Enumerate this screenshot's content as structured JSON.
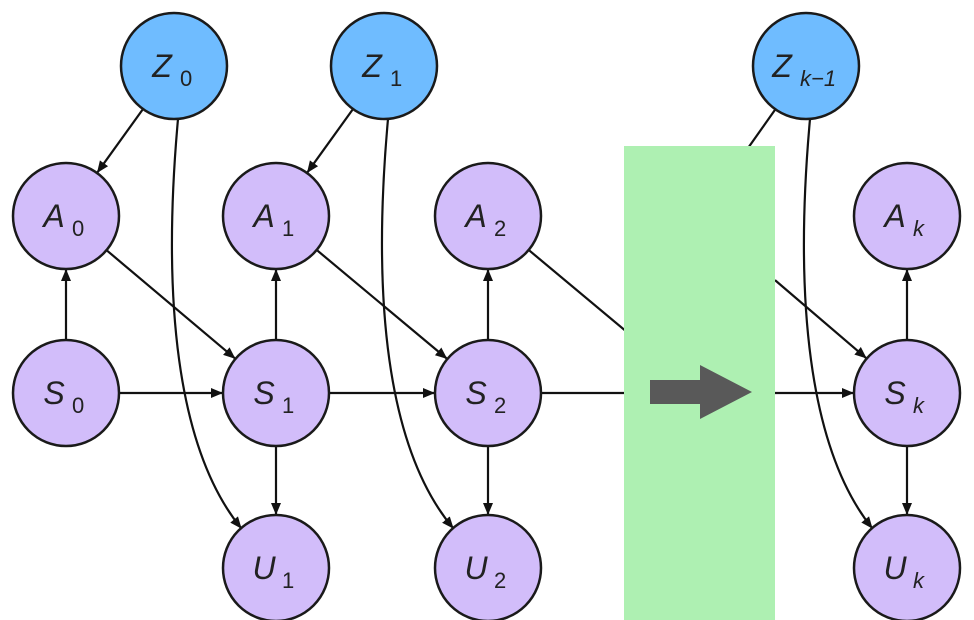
{
  "diagram": {
    "title": "Dynamic Bayesian network unrolled over time steps",
    "colors": {
      "observed_node_fill": "#6fbcff",
      "hidden_node_fill": "#d2bdfa",
      "node_stroke": "#1a1a1a",
      "edge": "#111111",
      "ellipsis_box": "#aef0b2",
      "ellipsis_arrow": "#595959"
    },
    "nodes": [
      {
        "id": "Z0",
        "letter": "Z",
        "sub": "0",
        "sub_italic": false,
        "type": "observed",
        "col": 1,
        "row": 0
      },
      {
        "id": "Z1",
        "letter": "Z",
        "sub": "1",
        "sub_italic": false,
        "type": "observed",
        "col": 2,
        "row": 0
      },
      {
        "id": "Zk-1",
        "letter": "Z",
        "sub": "k−1",
        "sub_italic": true,
        "type": "observed",
        "col": 4,
        "row": 0
      },
      {
        "id": "A0",
        "letter": "A",
        "sub": "0",
        "sub_italic": false,
        "type": "hidden",
        "col": 0,
        "row": 1
      },
      {
        "id": "A1",
        "letter": "A",
        "sub": "1",
        "sub_italic": false,
        "type": "hidden",
        "col": 1,
        "row": 1
      },
      {
        "id": "A2",
        "letter": "A",
        "sub": "2",
        "sub_italic": false,
        "type": "hidden",
        "col": 2,
        "row": 1
      },
      {
        "id": "Ak",
        "letter": "A",
        "sub": "k",
        "sub_italic": true,
        "type": "hidden",
        "col": 4,
        "row": 1
      },
      {
        "id": "S0",
        "letter": "S",
        "sub": "0",
        "sub_italic": false,
        "type": "hidden",
        "col": 0,
        "row": 2
      },
      {
        "id": "S1",
        "letter": "S",
        "sub": "1",
        "sub_italic": false,
        "type": "hidden",
        "col": 1,
        "row": 2
      },
      {
        "id": "S2",
        "letter": "S",
        "sub": "2",
        "sub_italic": false,
        "type": "hidden",
        "col": 2,
        "row": 2
      },
      {
        "id": "Sk",
        "letter": "S",
        "sub": "k",
        "sub_italic": true,
        "type": "hidden",
        "col": 4,
        "row": 2
      },
      {
        "id": "U1",
        "letter": "U",
        "sub": "1",
        "sub_italic": false,
        "type": "hidden",
        "col": 1,
        "row": 3
      },
      {
        "id": "U2",
        "letter": "U",
        "sub": "2",
        "sub_italic": false,
        "type": "hidden",
        "col": 2,
        "row": 3
      },
      {
        "id": "Uk",
        "letter": "U",
        "sub": "k",
        "sub_italic": true,
        "type": "hidden",
        "col": 4,
        "row": 3
      }
    ],
    "edges": [
      {
        "from": "Z0",
        "to": "A0",
        "curved": false
      },
      {
        "from": "Z0",
        "to": "U1",
        "curved": true
      },
      {
        "from": "Z1",
        "to": "A1",
        "curved": false
      },
      {
        "from": "Z1",
        "to": "U2",
        "curved": true
      },
      {
        "from": "Zk-1",
        "to": "Ak-1",
        "curved": false,
        "clipped": true
      },
      {
        "from": "Zk-1",
        "to": "Uk",
        "curved": true
      },
      {
        "from": "S0",
        "to": "A0",
        "curved": false
      },
      {
        "from": "S1",
        "to": "A1",
        "curved": false
      },
      {
        "from": "S2",
        "to": "A2",
        "curved": false
      },
      {
        "from": "Sk",
        "to": "Ak",
        "curved": false
      },
      {
        "from": "A0",
        "to": "S1",
        "curved": false
      },
      {
        "from": "A1",
        "to": "S2",
        "curved": false
      },
      {
        "from": "A2",
        "to": "S3",
        "curved": false,
        "clipped": true
      },
      {
        "from": "Ak-1",
        "to": "Sk",
        "curved": false,
        "clipped": true
      },
      {
        "from": "S0",
        "to": "S1",
        "curved": false
      },
      {
        "from": "S1",
        "to": "S2",
        "curved": false
      },
      {
        "from": "S2",
        "to": "S3",
        "curved": false,
        "clipped": true
      },
      {
        "from": "Sk-1",
        "to": "Sk",
        "curved": false,
        "clipped": true
      },
      {
        "from": "S1",
        "to": "U1",
        "curved": false
      },
      {
        "from": "S2",
        "to": "U2",
        "curved": false
      },
      {
        "from": "Sk",
        "to": "Uk",
        "curved": false
      }
    ],
    "ellipsis": {
      "meaning": "time steps omitted",
      "icon": "right-arrow-icon"
    }
  }
}
